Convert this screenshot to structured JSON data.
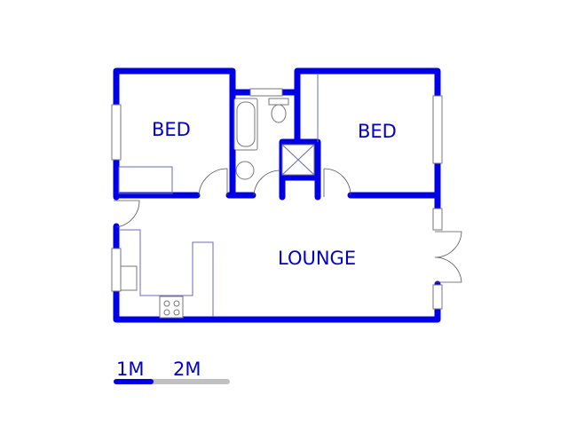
{
  "rooms": {
    "bed_left": "BED",
    "bed_right": "BED",
    "lounge": "LOUNGE"
  },
  "scale_bar": {
    "label_1": "1M",
    "label_2": "2M"
  },
  "colors": {
    "wall": "#0000e6",
    "scale_filled": "#0000e6",
    "scale_empty": "#c0c0c0"
  }
}
